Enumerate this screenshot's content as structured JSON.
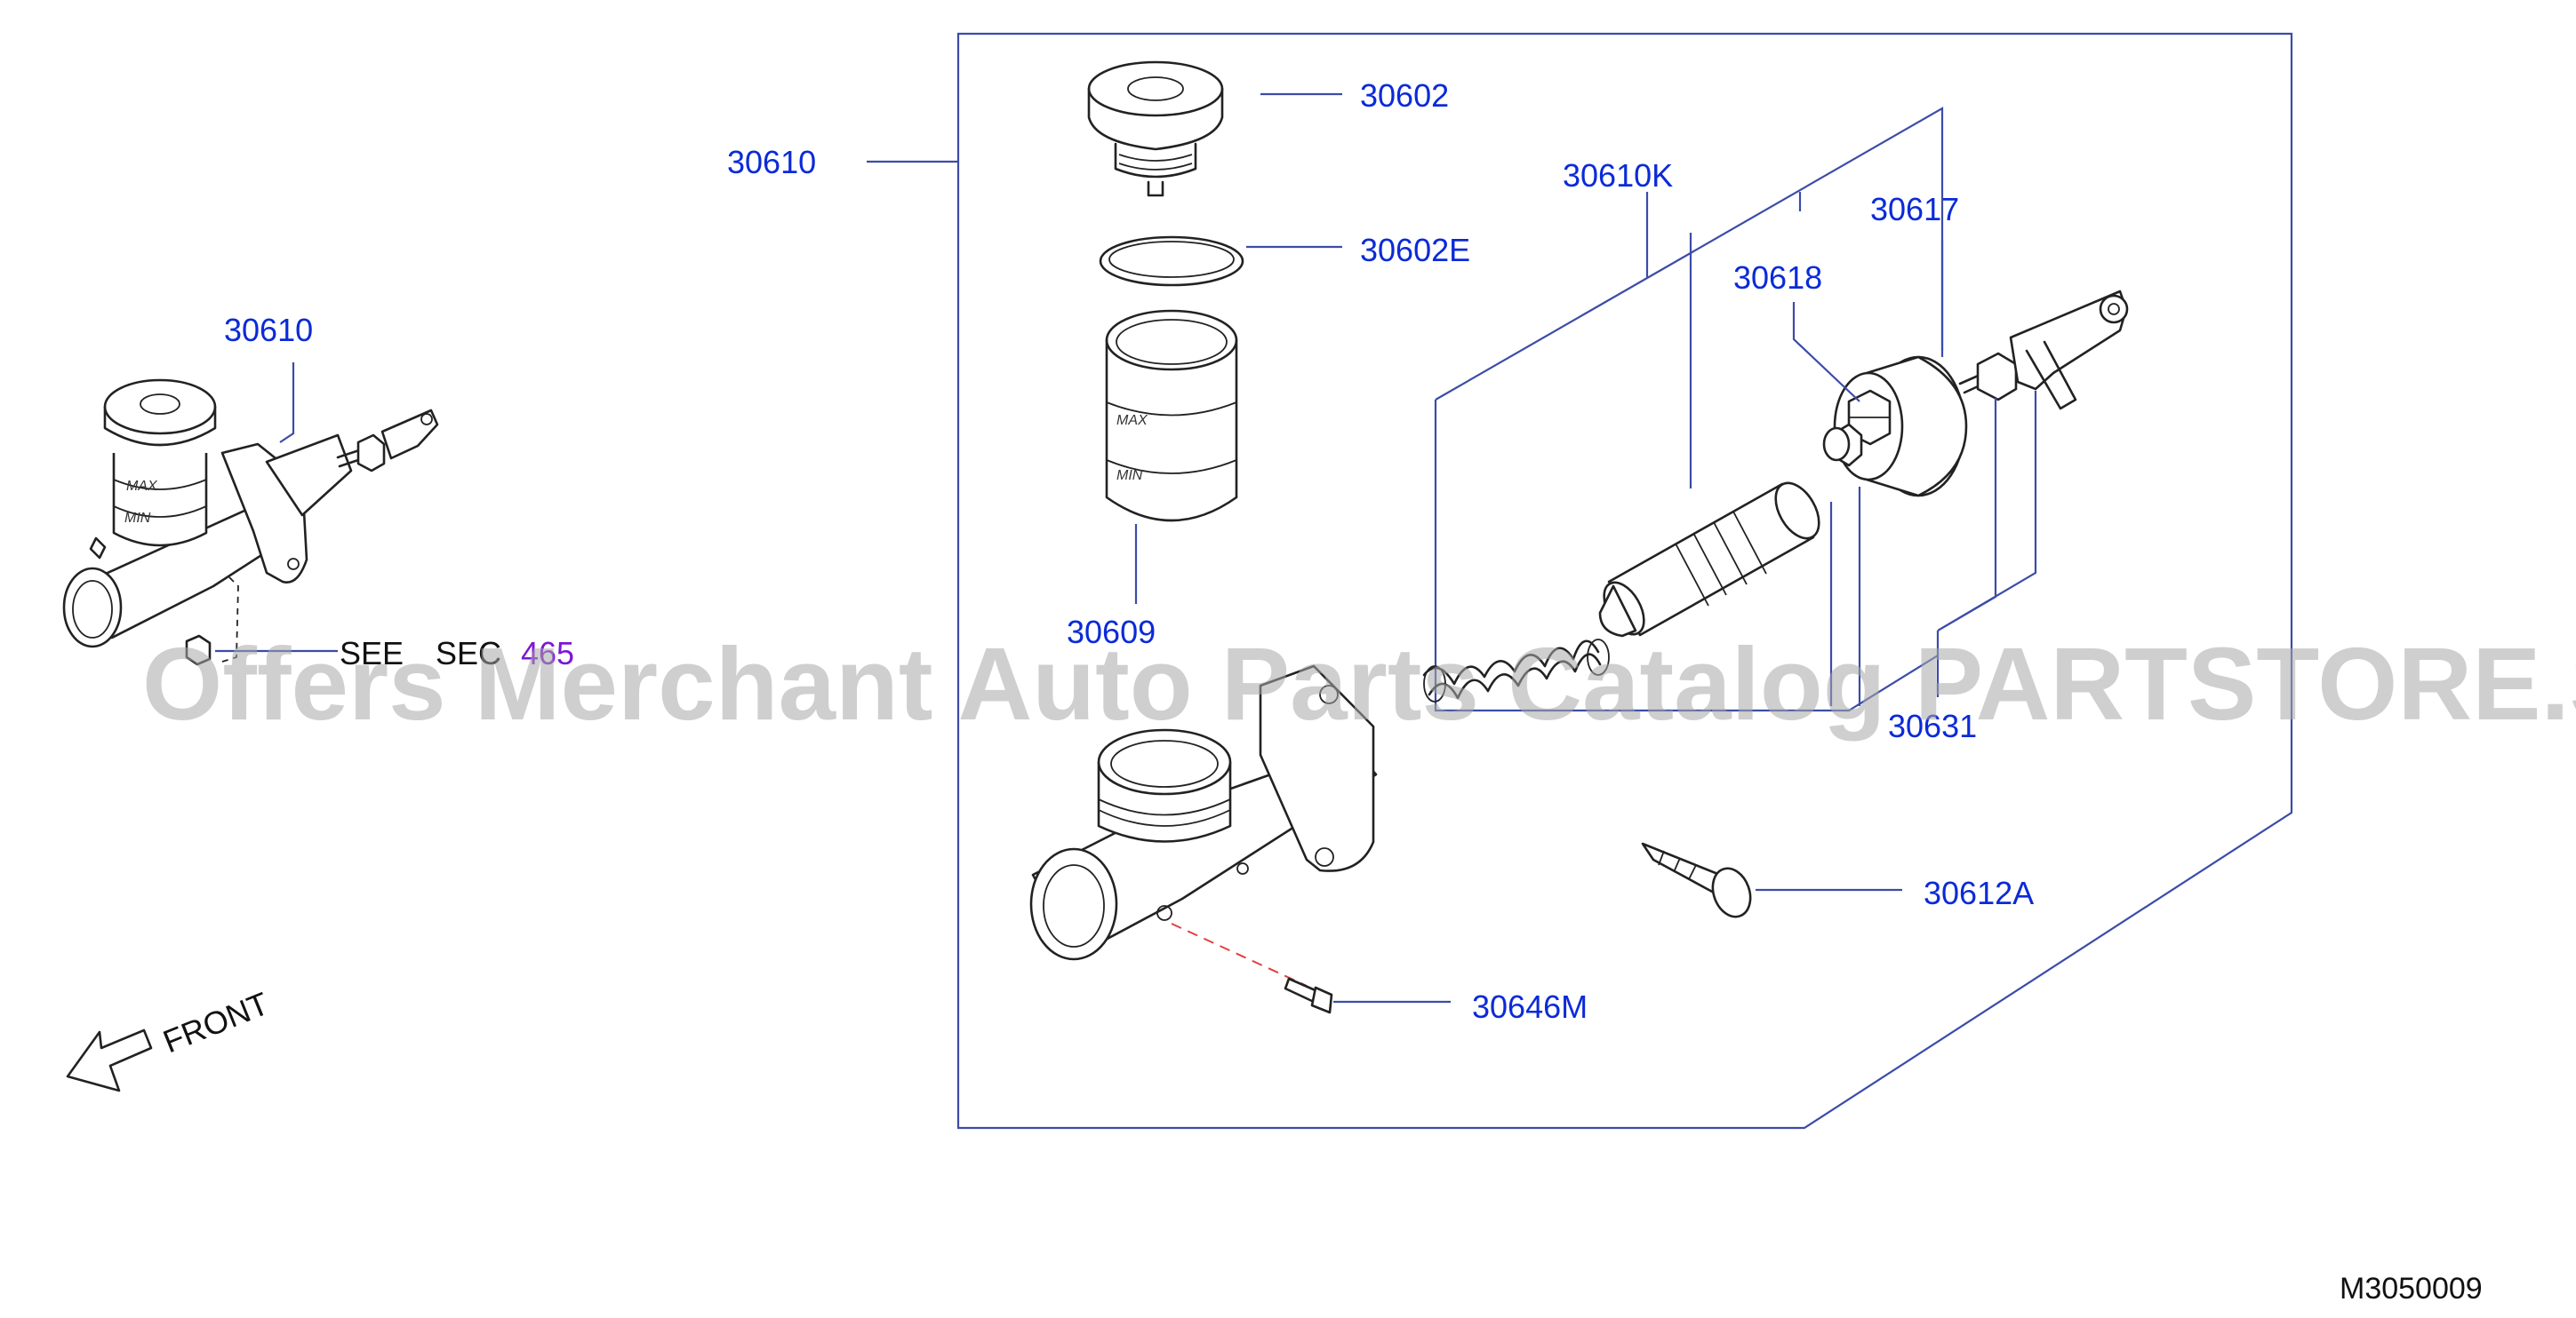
{
  "callouts": {
    "main_assembly": "30610",
    "reservoir_cap": "30602",
    "cap_gasket": "30602E",
    "reservoir_tank": "30609",
    "repair_kit": "30610K",
    "boot": "30617",
    "nut": "30618",
    "push_rod": "30631",
    "screw": "30612A",
    "bleeder_screw": "30646M",
    "overview_assembly": "30610"
  },
  "reference": {
    "see_label": "SEE",
    "sec_label": "SEC",
    "sec_number": "465"
  },
  "front_label": "FRONT",
  "reservoir_marks": {
    "max": "MAX",
    "min": "MIN"
  },
  "watermark": "Offers Merchant Auto Parts Catalog PARTSTORE.SA",
  "diagram_code": "M3050009",
  "colors": {
    "callout_text": "#0b2ad8",
    "leader_line": "#3b4ca8",
    "link_text": "#7d16d6",
    "dash_line": "#e04040",
    "watermark": "#a7a7a7"
  }
}
